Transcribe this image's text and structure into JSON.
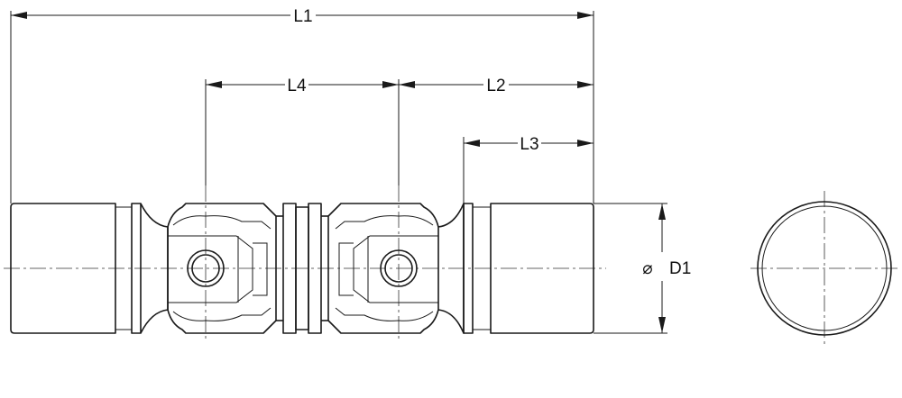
{
  "dimensions": {
    "l1": "L1",
    "l2": "L2",
    "l3": "L3",
    "l4": "L4",
    "d1_symbol": "⌀",
    "d1": "D1"
  }
}
